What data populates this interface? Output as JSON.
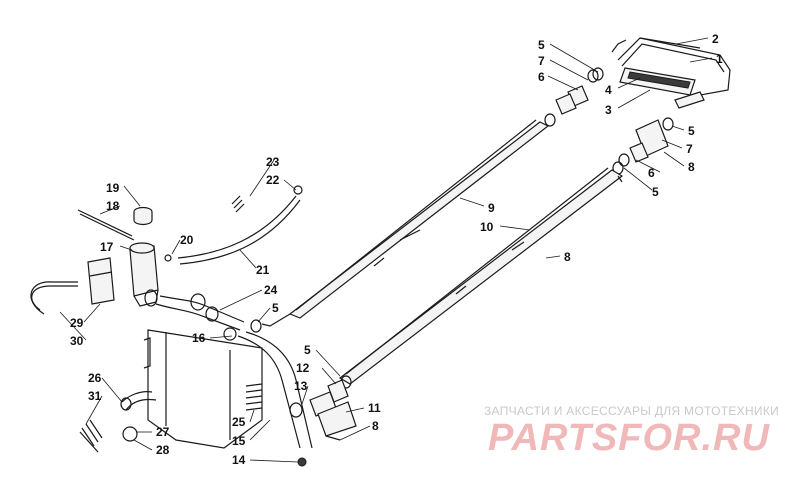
{
  "callouts": [
    {
      "id": "c1",
      "text": "1"
    },
    {
      "id": "c2",
      "text": "2"
    },
    {
      "id": "c3",
      "text": "3"
    },
    {
      "id": "c4",
      "text": "4"
    },
    {
      "id": "c5a",
      "text": "5"
    },
    {
      "id": "c7a",
      "text": "7"
    },
    {
      "id": "c6a",
      "text": "6"
    },
    {
      "id": "c5b",
      "text": "5"
    },
    {
      "id": "c7b",
      "text": "7"
    },
    {
      "id": "c8a",
      "text": "8"
    },
    {
      "id": "c6b",
      "text": "6"
    },
    {
      "id": "c5c",
      "text": "5"
    },
    {
      "id": "c9",
      "text": "9"
    },
    {
      "id": "c10",
      "text": "10"
    },
    {
      "id": "c8b",
      "text": "8"
    },
    {
      "id": "c23",
      "text": "23"
    },
    {
      "id": "c22",
      "text": "22"
    },
    {
      "id": "c19",
      "text": "19"
    },
    {
      "id": "c18",
      "text": "18"
    },
    {
      "id": "c20",
      "text": "20"
    },
    {
      "id": "c17",
      "text": "17"
    },
    {
      "id": "c21",
      "text": "21"
    },
    {
      "id": "c24",
      "text": "24"
    },
    {
      "id": "c5d",
      "text": "5"
    },
    {
      "id": "c29",
      "text": "29"
    },
    {
      "id": "c30",
      "text": "30"
    },
    {
      "id": "c16",
      "text": "16"
    },
    {
      "id": "c5e",
      "text": "5"
    },
    {
      "id": "c12",
      "text": "12"
    },
    {
      "id": "c13",
      "text": "13"
    },
    {
      "id": "c26",
      "text": "26"
    },
    {
      "id": "c31",
      "text": "31"
    },
    {
      "id": "c25",
      "text": "25"
    },
    {
      "id": "c15",
      "text": "15"
    },
    {
      "id": "c27",
      "text": "27"
    },
    {
      "id": "c28",
      "text": "28"
    },
    {
      "id": "c14",
      "text": "14"
    },
    {
      "id": "c11",
      "text": "11"
    },
    {
      "id": "c8c",
      "text": "8"
    }
  ],
  "watermark": {
    "subtitle": "ЗАПЧАСТИ И АКСЕССУАРЫ ДЛЯ МОТОТЕХНИКИ",
    "logo": "PARTSFOR.RU",
    "logo_color": "#f0b8b8"
  }
}
